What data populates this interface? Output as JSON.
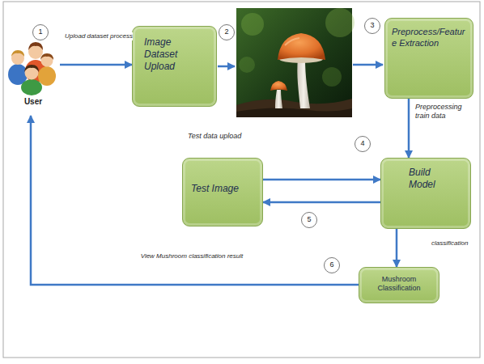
{
  "diagram": {
    "nodes": [
      {
        "text": [
          "User"
        ]
      },
      {
        "text": [
          "Image Dataset Upload"
        ]
      },
      {
        "text": [
          "Preprocess/Feature Extraction"
        ]
      },
      {
        "text": [
          "Build Model"
        ]
      },
      {
        "text": [
          "Test Image"
        ]
      },
      {
        "text": [
          "Mushroom Classification"
        ]
      }
    ],
    "edges": [
      {
        "from": 0,
        "to": 1,
        "arrow": "to",
        "label": "Upload dataset process"
      },
      {
        "from": 2,
        "to": 3,
        "arrow": "to",
        "label": "Preprocessing train data"
      },
      {
        "from": 4,
        "to": 3,
        "arrow": "to"
      },
      {
        "from": 3,
        "to": 4,
        "arrow": "to"
      },
      {
        "from": 3,
        "to": 5,
        "arrow": "to",
        "label": "classification"
      },
      {
        "from": 5,
        "to": 0,
        "arrow": "to",
        "label": "View Mushroom classification result"
      }
    ],
    "labels": [
      "1",
      "2",
      "3",
      "Test data upload",
      "4",
      "5",
      "6"
    ]
  }
}
